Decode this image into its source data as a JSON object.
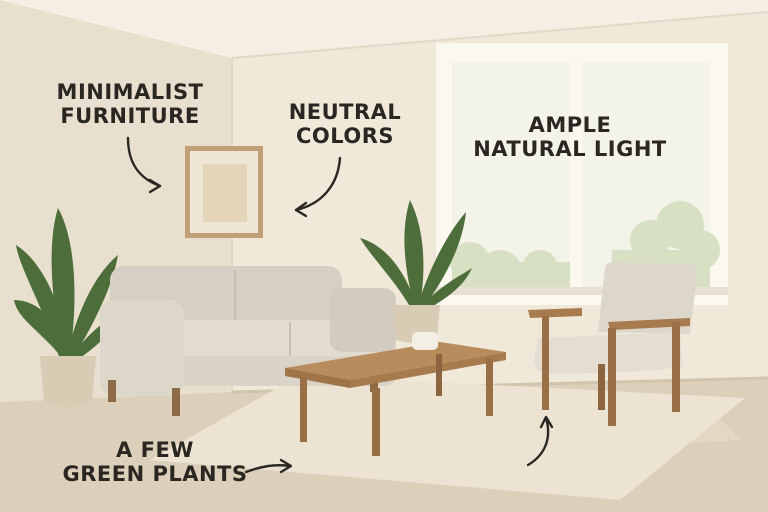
{
  "annotations": {
    "minimalist_furniture": {
      "line1": "MINIMALIST",
      "line2": "FURNITURE"
    },
    "neutral_colors": {
      "line1": "NEUTRAL",
      "line2": "COLORS"
    },
    "natural_light": {
      "line1": "AMPLE",
      "line2": "NATURAL LIGHT"
    },
    "green_plants": {
      "line1": "A FEW",
      "line2": "GREEN PLANTS"
    }
  },
  "colors": {
    "wall": "#efe6d6",
    "floor": "#ddd0bb",
    "rug": "#ece3d2",
    "sofa": "#d9d3c8",
    "wood": "#b4885a",
    "leaf": "#4d6e3a",
    "pot": "#d8ccb4",
    "window_glass": "#f3f2ea",
    "foliage": "#d8e0c3"
  }
}
